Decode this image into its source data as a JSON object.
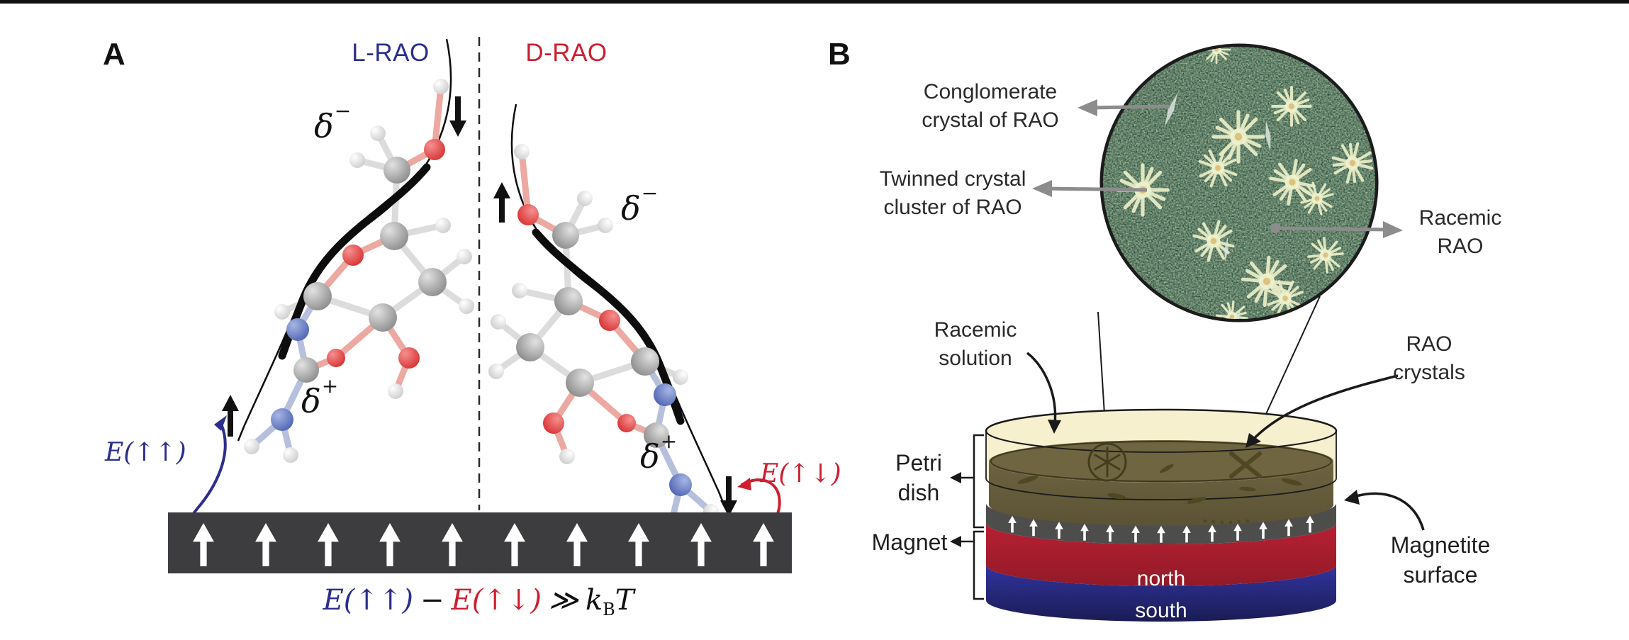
{
  "panel_a": {
    "label": "A",
    "left_molecule": "L-RAO",
    "right_molecule": "D-RAO",
    "delta": "δ",
    "sup_minus": "−",
    "sup_plus": "+",
    "energy_parallel": "E(↑↑)",
    "energy_antiparallel": "E(↑↓)",
    "equation": {
      "term_parallel": "E(↑↑)",
      "minus": "−",
      "term_antiparallel": "E(↑↓)",
      "much_greater": "≫",
      "k": "k",
      "sub_b": "B",
      "t": "T"
    }
  },
  "panel_b": {
    "label": "B",
    "conglomerate_line1": "Conglomerate",
    "conglomerate_line2": "crystal of RAO",
    "twinned_line1": "Twinned crystal",
    "twinned_line2": "cluster of RAO",
    "racemic_rao_line1": "Racemic",
    "racemic_rao_line2": "RAO",
    "racemic_solution_line1": "Racemic",
    "racemic_solution_line2": "solution",
    "rao_crystals_line1": "RAO",
    "rao_crystals_line2": "crystals",
    "petri_line1": "Petri",
    "petri_line2": "dish",
    "magnet": "Magnet",
    "magnetite_line1": "Magnetite",
    "magnetite_line2": "surface",
    "north": "north",
    "south": "south"
  },
  "colors": {
    "l_rao_blue": "#2b2e8c",
    "d_rao_red": "#cd1f2f",
    "magnet_bar_gray": "#3d3d40",
    "north_band_red": "#b01e2e",
    "south_band_blue": "#2c2e96",
    "solution_olive": "#6f6540",
    "glass_cream": "#f6f0cf",
    "magnetite_gray": "#4d4d4b",
    "label_arrow_gray": "#8c8c8c",
    "micrograph_green": "#2a4433"
  }
}
